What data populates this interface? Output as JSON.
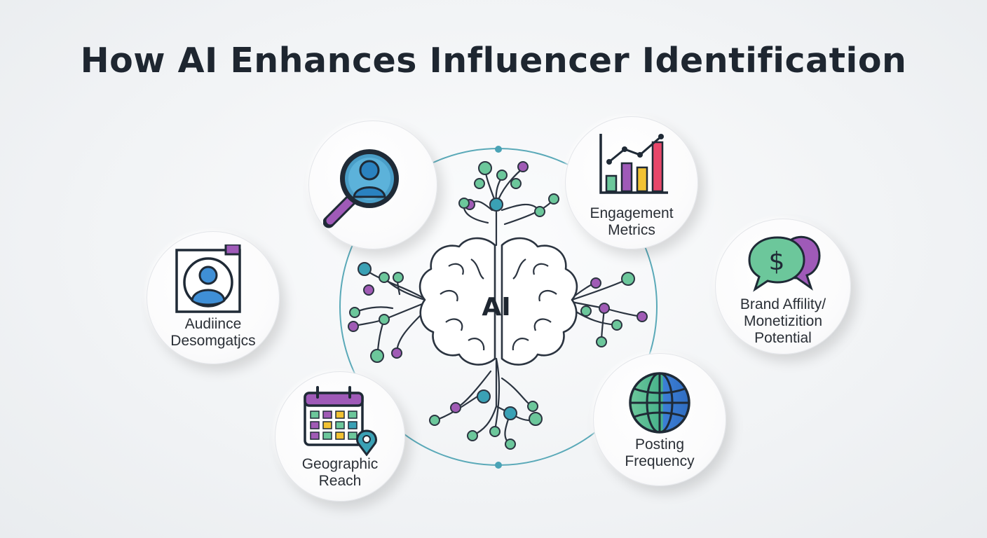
{
  "title": "How AI Enhances Influencer Identification",
  "center_label": "AI",
  "nodes": {
    "search": {
      "icon": "magnifier-person-icon"
    },
    "audience": {
      "line1": "Audiince",
      "line2": "Desomgatjcs",
      "icon": "profile-frame-icon"
    },
    "engagement": {
      "line1": "Engagement",
      "line2": "Metrics",
      "icon": "bar-chart-icon"
    },
    "brand": {
      "line1": "Brand Affility/",
      "line2": "Monetizition",
      "line3": "Potential",
      "icon": "dollar-chat-icon"
    },
    "geographic": {
      "line1": "Geographic",
      "line2": "Reach",
      "icon": "calendar-pin-icon"
    },
    "posting": {
      "line1": "Posting",
      "line2": "Frequency",
      "icon": "globe-icon"
    }
  },
  "colors": {
    "teal": "#3aa1b5",
    "green": "#6cc79b",
    "purple": "#a05bb5",
    "blue": "#3c8fd6",
    "navy": "#1f2a36",
    "yellow": "#f2c233",
    "pink": "#e8476a"
  }
}
